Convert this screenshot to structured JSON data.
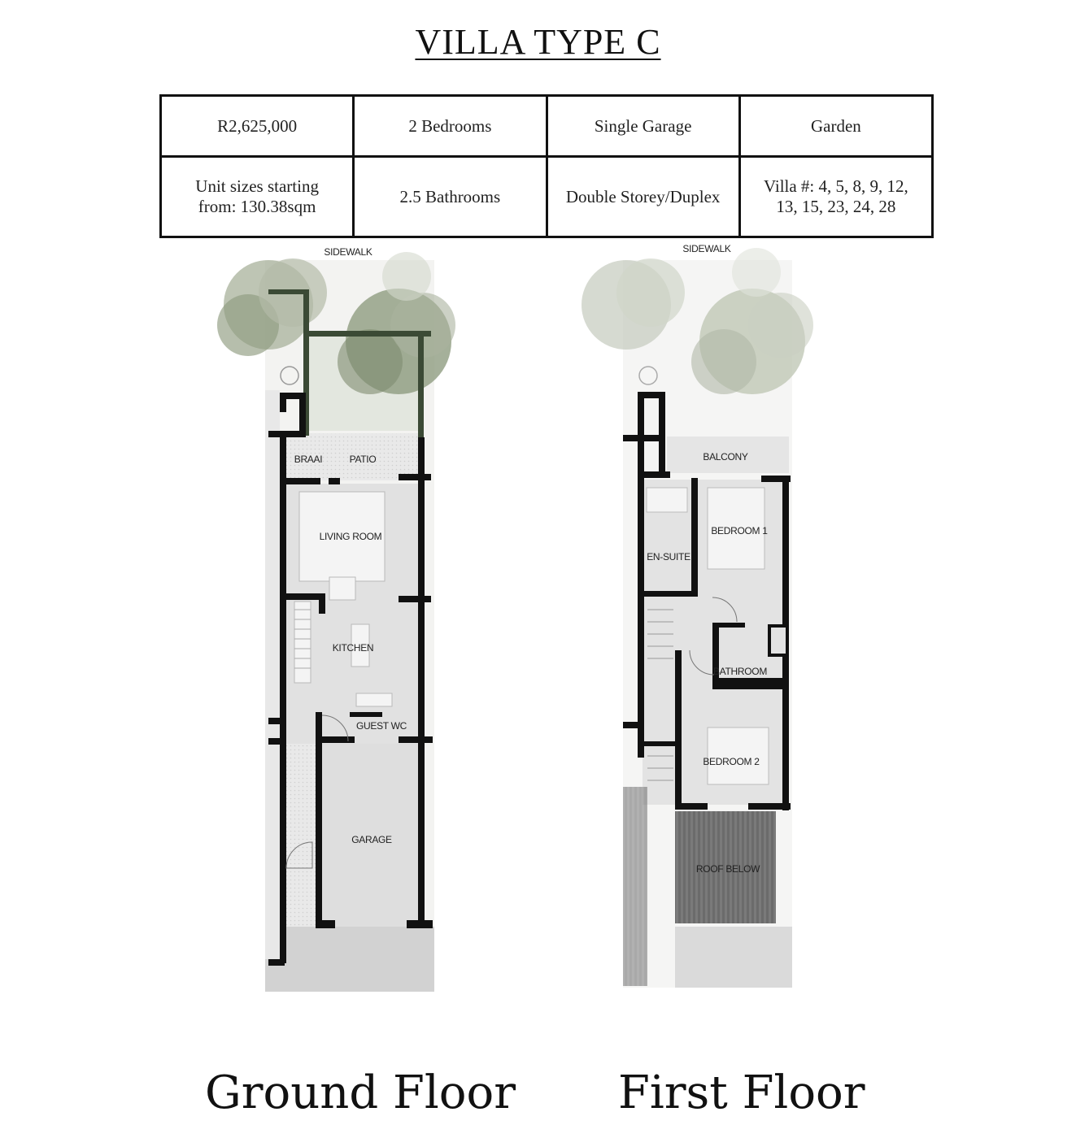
{
  "title": "VILLA TYPE C",
  "specs": {
    "price": "R2,625,000",
    "bedrooms": "2 Bedrooms",
    "garage": "Single Garage",
    "garden": "Garden",
    "unit_size": "Unit sizes starting from: 130.38sqm",
    "bathrooms": "2.5 Bathrooms",
    "storey": "Double Storey/Duplex",
    "villas": "Villa #: 4, 5, 8, 9, 12, 13, 15, 23, 24, 28"
  },
  "ground_floor": {
    "caption": "Ground Floor",
    "sidewalk": "SIDEWALK",
    "rooms": {
      "braai": "BRAAI",
      "patio": "PATIO",
      "living_room": "LIVING ROOM",
      "kitchen": "KITCHEN",
      "guest_wc": "GUEST WC",
      "garage": "GARAGE"
    }
  },
  "first_floor": {
    "caption": "First Floor",
    "sidewalk": "SIDEWALK",
    "rooms": {
      "balcony": "BALCONY",
      "bedroom_1": "BEDROOM 1",
      "en_suite": "EN-SUITE",
      "bathroom": "BATHROOM",
      "bedroom_2": "BEDROOM 2",
      "roof_below": "ROOF BELOW"
    }
  },
  "colors": {
    "wall": "#111111",
    "floor_fill": "#e4e4e4",
    "garden_fill": "#e6e9e2",
    "tree_dark": "#8a9a7a",
    "tree_light": "#c4cbbd",
    "roof_fill": "#777777"
  }
}
